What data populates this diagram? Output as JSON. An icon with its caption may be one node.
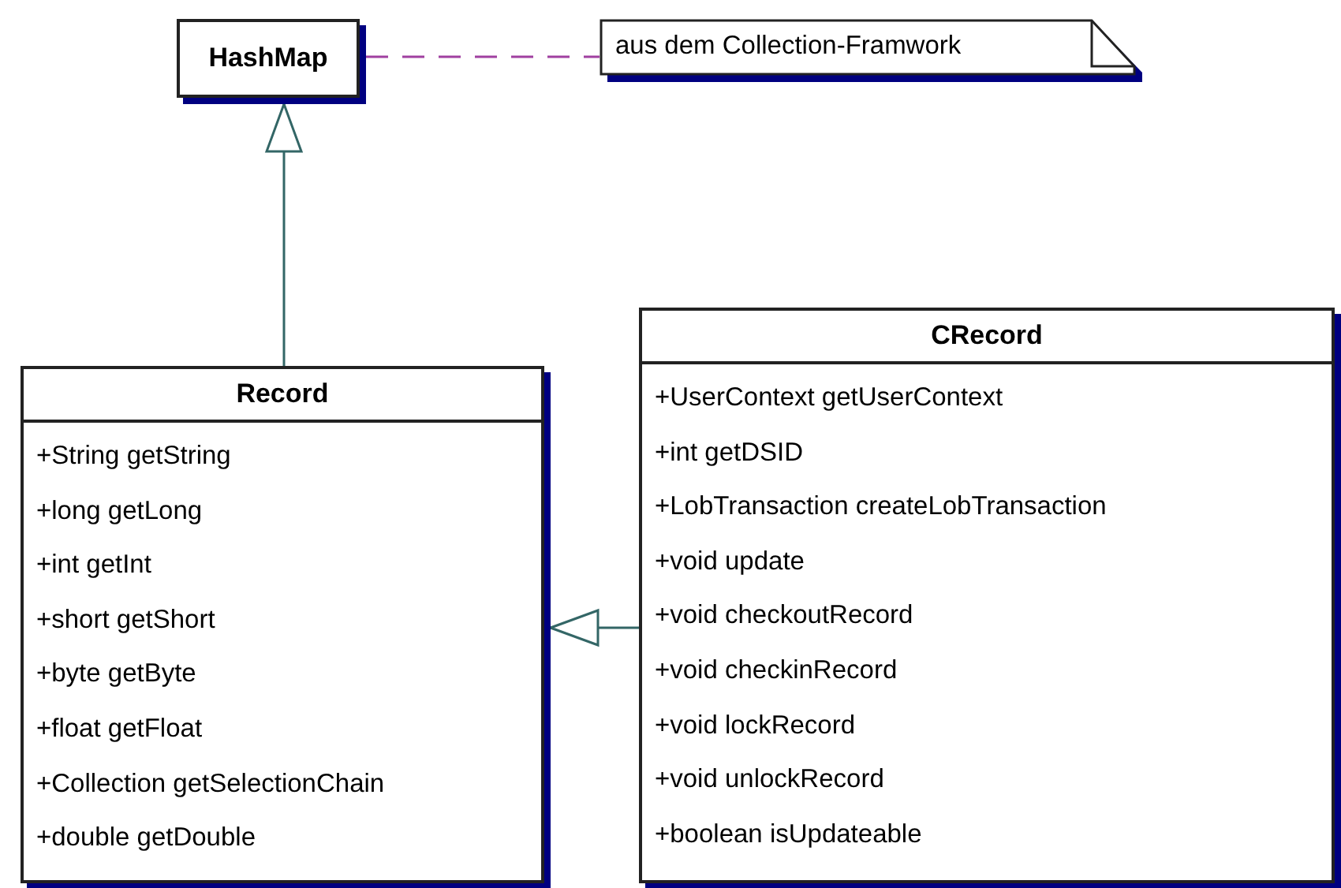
{
  "diagram": {
    "nodes": [
      {
        "text": [
          "HashMap"
        ]
      },
      {
        "text": [
          "aus dem Collection-Framwork"
        ]
      },
      {
        "text": [
          "Record",
          "+String getString",
          "+long getLong",
          "+int getInt",
          "+short getShort",
          "+byte getByte",
          "+float getFloat",
          "+Collection getSelectionChain",
          "+double getDouble"
        ]
      },
      {
        "text": [
          "CRecord",
          "+UserContext getUserContext",
          "+int getDSID",
          "+LobTransaction createLobTransaction",
          "+void update",
          "+void checkoutRecord",
          "+void checkinRecord",
          "+void lockRecord",
          "+void unlockRecord",
          "+boolean isUpdateable"
        ]
      }
    ],
    "edges": [
      {
        "from": 0,
        "to": 1,
        "arrow": "none",
        "style": "dashed",
        "color": "#a040a0"
      },
      {
        "from": 2,
        "to": 0,
        "arrow": "to"
      },
      {
        "from": 3,
        "to": 2,
        "arrow": "to"
      }
    ]
  }
}
